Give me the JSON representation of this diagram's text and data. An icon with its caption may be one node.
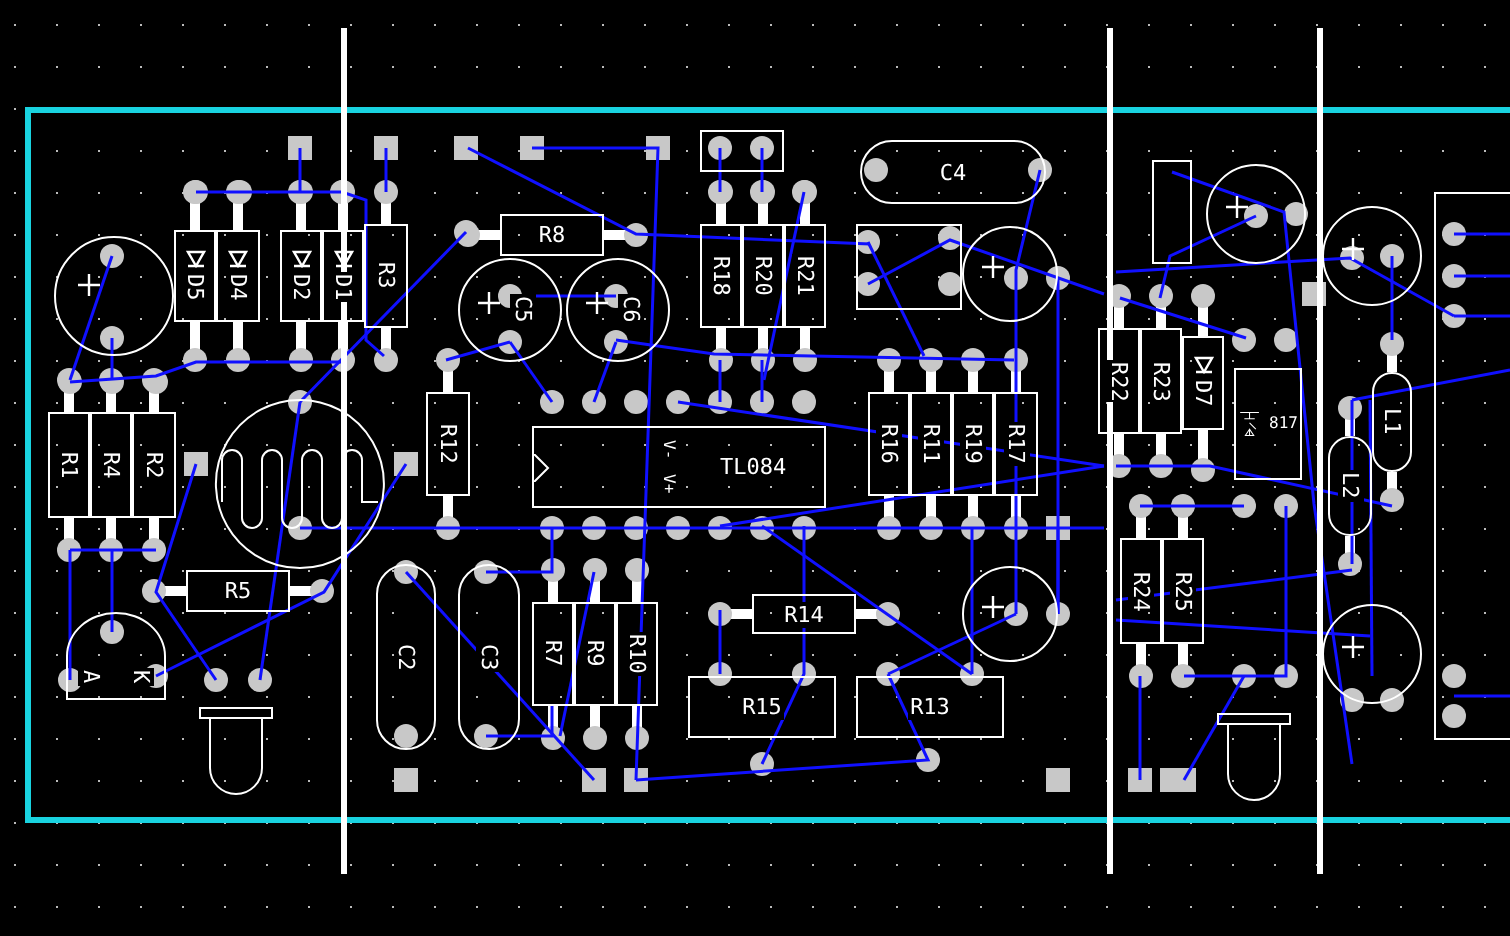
{
  "diagram": {
    "nodes": [
      {
        "text": [],
        "shape": "box"
      },
      {
        "text": [
          "C4"
        ]
      },
      {
        "text": [],
        "shape": "box"
      },
      {
        "text": [],
        "shape": "circle"
      },
      {
        "text": [
          "D5"
        ]
      },
      {
        "text": [
          "D4"
        ]
      },
      {
        "text": [
          "D2"
        ]
      },
      {
        "text": [
          "D1"
        ]
      },
      {
        "text": [
          "R3"
        ]
      },
      {
        "text": [
          "R8"
        ]
      },
      {
        "text": [
          "R18"
        ]
      },
      {
        "text": [
          "R20"
        ]
      },
      {
        "text": [
          "R21"
        ]
      },
      {
        "text": [],
        "shape": "box"
      },
      {
        "text": [],
        "shape": "circle"
      },
      {
        "text": [
          "C5"
        ]
      },
      {
        "text": [
          "C6"
        ]
      },
      {
        "text": [],
        "shape": "circle"
      },
      {
        "text": [],
        "shape": "circle"
      },
      {
        "text": [],
        "shape": "box"
      },
      {
        "text": [
          "R22"
        ]
      },
      {
        "text": [
          "R23"
        ]
      },
      {
        "text": [
          "D7"
        ]
      },
      {
        "text": [
          "817"
        ]
      },
      {
        "text": [
          "L1"
        ]
      },
      {
        "text": [
          "R1"
        ]
      },
      {
        "text": [
          "R4"
        ]
      },
      {
        "text": [
          "R2"
        ]
      },
      {
        "text": [],
        "shape": "picture"
      },
      {
        "text": [
          "R12"
        ]
      },
      {
        "text": [
          "V-",
          "V+",
          "TL084"
        ]
      },
      {
        "text": [
          "R16"
        ]
      },
      {
        "text": [
          "R11"
        ]
      },
      {
        "text": [
          "R19"
        ]
      },
      {
        "text": [
          "R17"
        ]
      },
      {
        "text": [
          "L2"
        ]
      },
      {
        "text": [
          "R24"
        ]
      },
      {
        "text": [
          "R25"
        ]
      },
      {
        "text": [
          "C2"
        ]
      },
      {
        "text": [
          "C3"
        ]
      },
      {
        "text": [
          "R5"
        ]
      },
      {
        "text": [
          "R14"
        ]
      },
      {
        "text": [],
        "shape": "circle"
      },
      {
        "text": [
          "R7"
        ]
      },
      {
        "text": [
          "R9"
        ]
      },
      {
        "text": [
          "R10"
        ]
      },
      {
        "text": [
          "A",
          "K"
        ]
      },
      {
        "text": [],
        "shape": "circle"
      },
      {
        "text": [
          "R15"
        ]
      },
      {
        "text": [
          "R13"
        ]
      },
      {
        "text": [],
        "shape": "picture"
      },
      {
        "text": [],
        "shape": "picture"
      }
    ]
  }
}
